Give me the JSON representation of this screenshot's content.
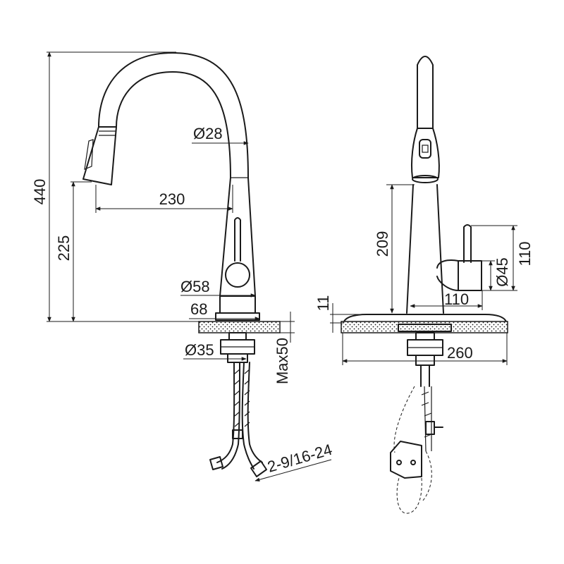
{
  "side_view": {
    "dim_total_height": "440",
    "dim_spout_height": "225",
    "dim_reach": "230",
    "dim_spout_dia": "Ø28",
    "dim_base_dia": "Ø58",
    "dim_flange": "68",
    "dim_shank_dia": "Ø35",
    "dim_deck_thickness": "Max50",
    "dim_hose_thread": "2-9/16-24"
  },
  "front_view": {
    "dim_spray_height": "209",
    "dim_handle_height": "110",
    "dim_handle_dia": "Ø45",
    "dim_handle_reach": "110",
    "dim_plate_thickness": "11",
    "dim_plate_width": "260"
  }
}
